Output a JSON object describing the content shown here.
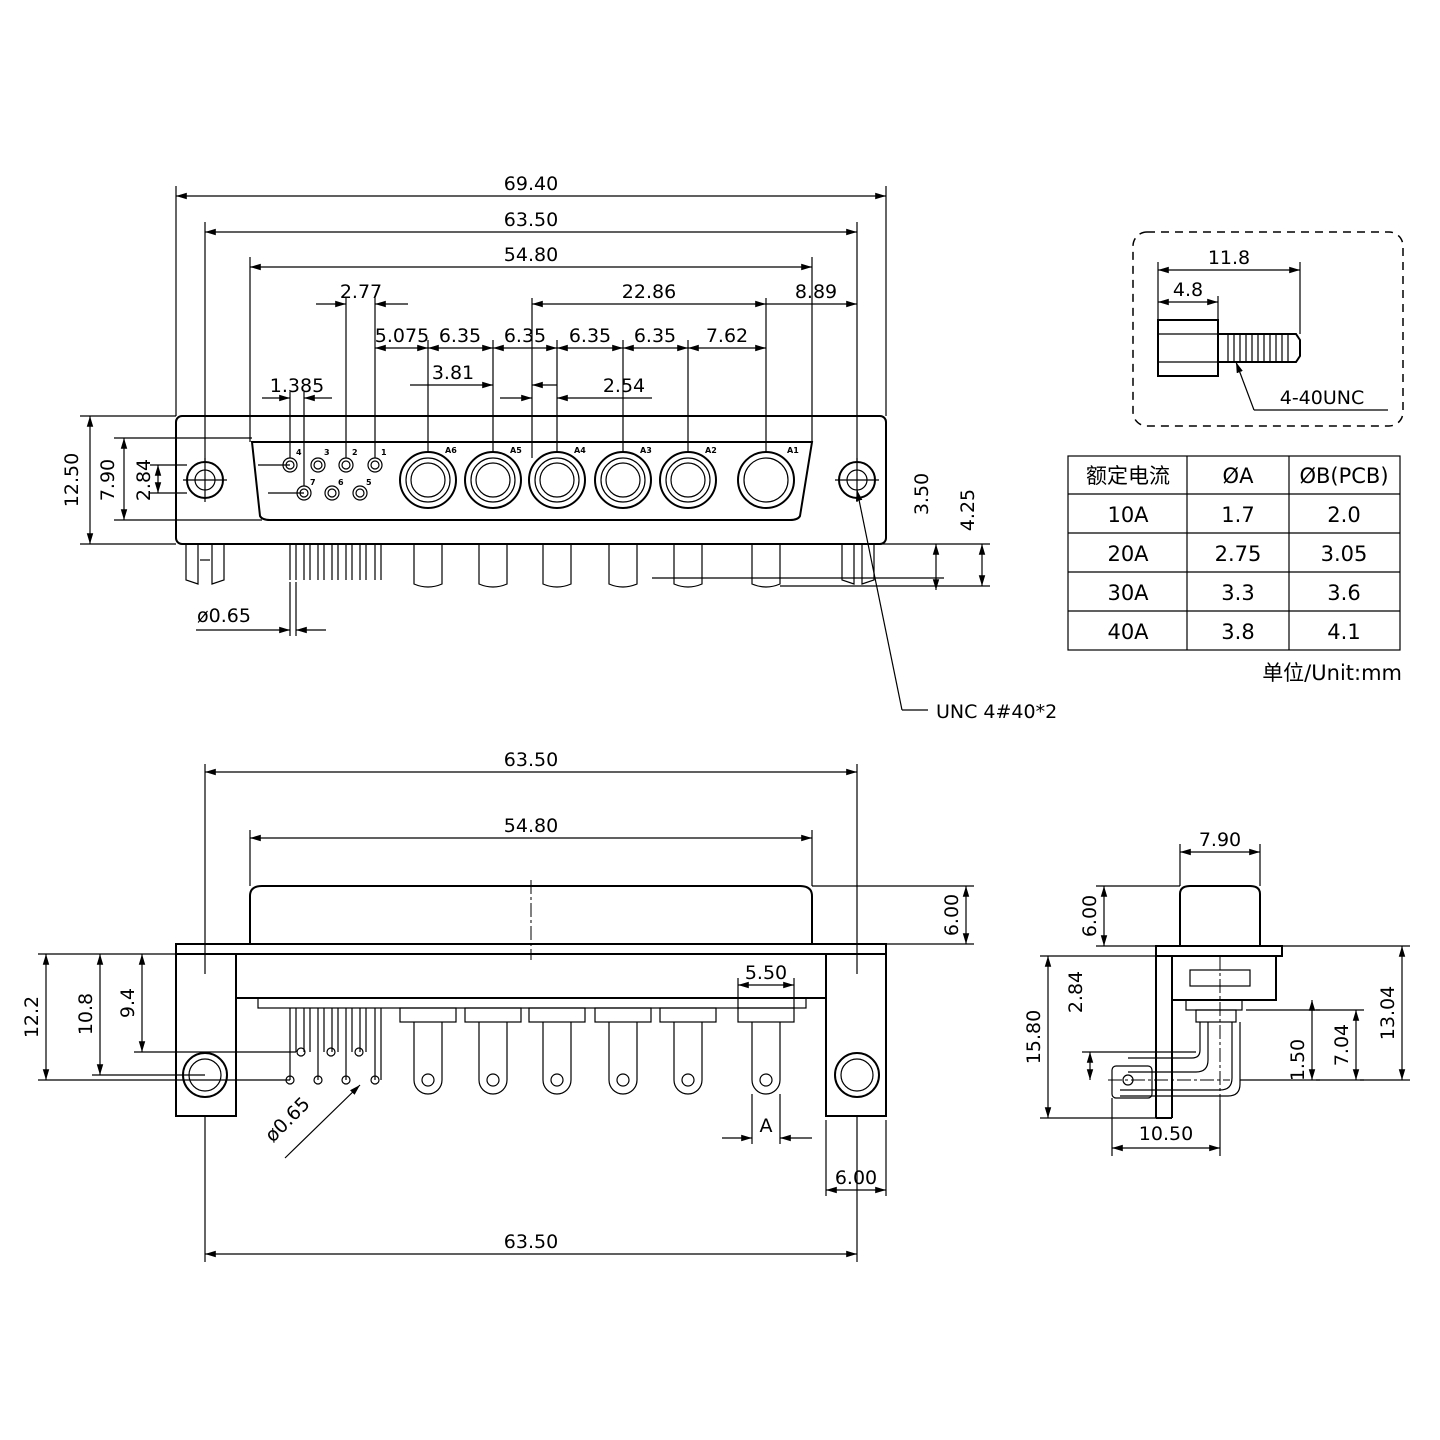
{
  "top_view": {
    "overall_69_40": "69.40",
    "mount_63_50": "63.50",
    "shell_54_80": "54.80",
    "pitch_2_77": "2.77",
    "pitch_22_86": "22.86",
    "pitch_8_89": "8.89",
    "pitch_5_075": "5.075",
    "pitch_6_35_a": "6.35",
    "pitch_6_35_b": "6.35",
    "pitch_6_35_c": "6.35",
    "pitch_6_35_d": "6.35",
    "pitch_7_62": "7.62",
    "pitch_3_81": "3.81",
    "pitch_2_54": "2.54",
    "pitch_1_385": "1.385",
    "height_12_50": "12.50",
    "height_7_90": "7.90",
    "height_2_84": "2.84",
    "pin_3_50": "3.50",
    "pin_4_25": "4.25",
    "pin_dia": "ø0.65",
    "screw_note": "UNC 4#40*2",
    "signal_pins": [
      "1",
      "2",
      "3",
      "4",
      "5",
      "6",
      "7"
    ],
    "power_pins": [
      "A1",
      "A2",
      "A3",
      "A4",
      "A5",
      "A6"
    ]
  },
  "screw_detail": {
    "length": "11.8",
    "head": "4.8",
    "thread": "4-40UNC"
  },
  "current_table": {
    "headers": [
      "额定电流",
      "ØA",
      "ØB(PCB)"
    ],
    "rows": [
      [
        "10A",
        "1.7",
        "2.0"
      ],
      [
        "20A",
        "2.75",
        "3.05"
      ],
      [
        "30A",
        "3.3",
        "3.6"
      ],
      [
        "40A",
        "3.8",
        "4.1"
      ]
    ],
    "unit": "单位/Unit:mm"
  },
  "front_view": {
    "mount_top": "63.50",
    "shell": "54.80",
    "shell_height": "6.00",
    "pin_spacing": "5.50",
    "h_12_2": "12.2",
    "h_10_8": "10.8",
    "h_9_4": "9.4",
    "pin_dia": "ø0.65",
    "hole_label": "A",
    "bracket_w": "6.00",
    "mount_bottom": "63.50"
  },
  "side_view": {
    "width_7_90": "7.90",
    "height_6_00": "6.00",
    "h_15_80": "15.80",
    "h_2_84": "2.84",
    "h_1_50": "1.50",
    "h_7_04": "7.04",
    "h_13_04": "13.04",
    "depth_10_50": "10.50"
  }
}
